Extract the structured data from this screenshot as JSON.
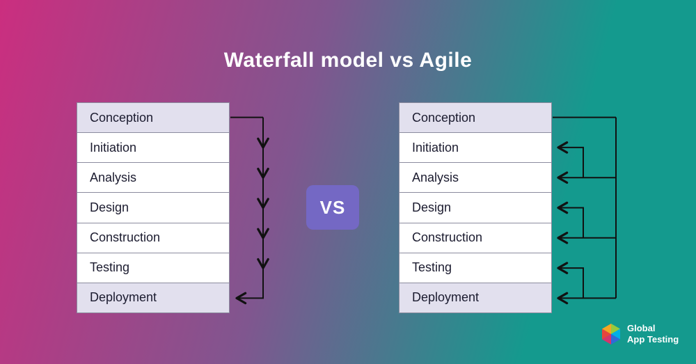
{
  "title": "Waterfall model vs Agile",
  "vs_label": "VS",
  "phases": [
    "Conception",
    "Initiation",
    "Analysis",
    "Design",
    "Construction",
    "Testing",
    "Deployment"
  ],
  "logo": {
    "line1": "Global",
    "line2": "App Testing"
  },
  "colors": {
    "bg_from": "#cb2e7f",
    "bg_mid": "#80568f",
    "bg_to": "#149a8e",
    "accent_purple": "#7468c4",
    "row_highlight": "#e2e0ee",
    "arrow": "#111111"
  }
}
